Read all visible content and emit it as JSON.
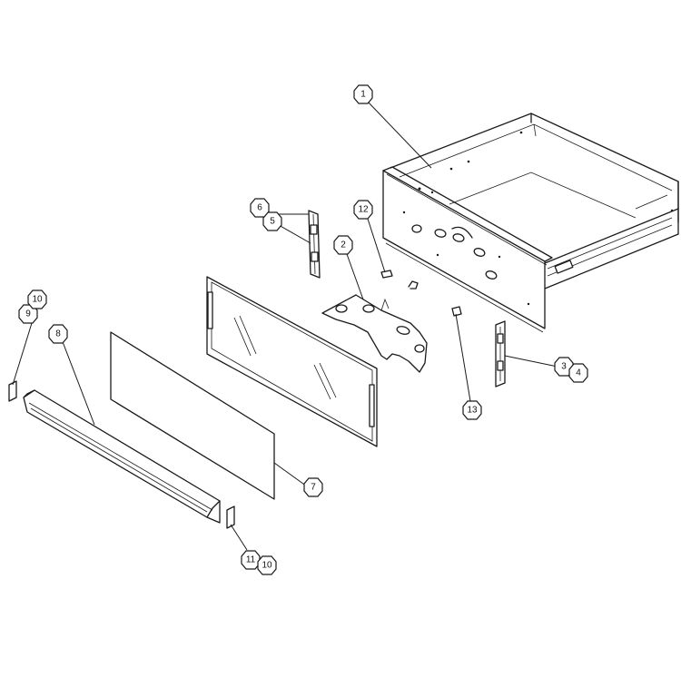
{
  "callouts": [
    {
      "id": "c1",
      "text": "1"
    },
    {
      "id": "c2",
      "text": "2"
    },
    {
      "id": "c3",
      "text": "3"
    },
    {
      "id": "c4",
      "text": "4"
    },
    {
      "id": "c5",
      "text": "5"
    },
    {
      "id": "c6",
      "text": "6"
    },
    {
      "id": "c7",
      "text": "7"
    },
    {
      "id": "c8",
      "text": "8"
    },
    {
      "id": "c9",
      "text": "9"
    },
    {
      "id": "c10a",
      "text": "10"
    },
    {
      "id": "c10b",
      "text": "10"
    },
    {
      "id": "c11",
      "text": "11"
    },
    {
      "id": "c12",
      "text": "12"
    },
    {
      "id": "c13",
      "text": "13"
    }
  ]
}
